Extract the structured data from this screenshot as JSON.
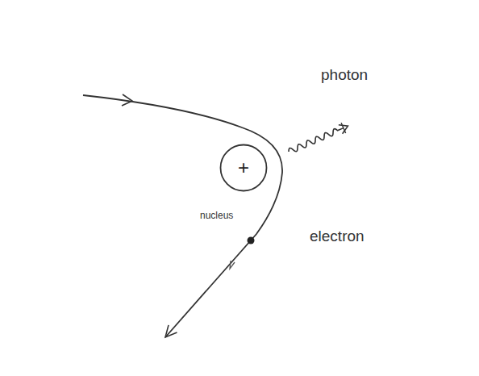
{
  "diagram": {
    "nodes": [
      {
        "text": [
          "+"
        ]
      }
    ],
    "labels": [
      "photon",
      "nucleus",
      "electron"
    ]
  }
}
